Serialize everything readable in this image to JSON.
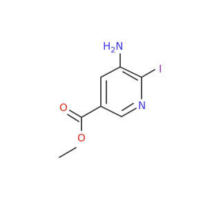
{
  "colors": {
    "background": "#ffffff",
    "bond": "#3a3a3a",
    "nitrogen": "#3c37e6",
    "oxygen": "#e03223",
    "iodine": "#9a32b6"
  },
  "atoms": {
    "amino": "H2N",
    "iodine": "I",
    "ring_nitrogen": "N",
    "carbonyl_oxygen": "O",
    "ester_oxygen": "O"
  },
  "amino_label": {
    "main": "H",
    "sub": "2",
    "tail": "N"
  }
}
